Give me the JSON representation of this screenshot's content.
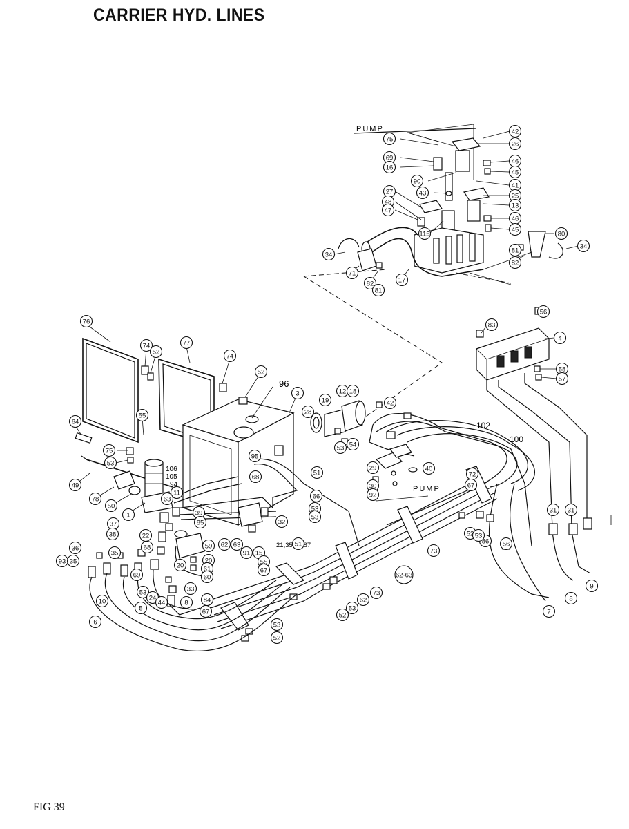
{
  "header": {
    "title": "CARRIER HYD. LINES",
    "top_fragment": "· · · · · · · ·"
  },
  "footer": {
    "figure_label": "FIG 39"
  },
  "labels": {
    "pump_top": "PUMP",
    "pump_mid": "PUMP",
    "n96": "96",
    "n102": "102",
    "n100": "100",
    "n106": "106",
    "n105": "105",
    "n94": "94",
    "n21": "21,35,39,87"
  },
  "callouts": {
    "c42a": "42",
    "c75": "75",
    "c26": "26",
    "c69": "69",
    "c46a": "46",
    "c16": "16",
    "c45a": "45",
    "c90": "90",
    "c43": "43",
    "c41": "41",
    "c27": "27",
    "c25": "25",
    "c48": "48",
    "c13": "13",
    "c47": "47",
    "c46b": "46",
    "c115": "115",
    "c45b": "45",
    "c80": "80",
    "c34a": "34",
    "c81a": "81",
    "c82a": "82",
    "c34b": "34",
    "c71": "71",
    "c82b": "82",
    "c81b": "81",
    "c17": "17",
    "c56a": "56",
    "c83": "83",
    "c4": "4",
    "c76": "76",
    "c74a": "74",
    "c52a": "52",
    "c77": "77",
    "c74b": "74",
    "c52b": "52",
    "c3": "3",
    "c58": "58",
    "c57": "57",
    "c19": "19",
    "c12": "12",
    "c42b": "42",
    "c28": "28",
    "c18": "18",
    "c55a": "55",
    "c53a": "53",
    "c54": "54",
    "c64": "64",
    "c40": "40",
    "c29": "29",
    "c75b": "75",
    "c53b": "53",
    "c95": "95",
    "c68a": "68",
    "c72": "72",
    "c67a": "67",
    "c51a": "51",
    "c49": "49",
    "c50": "50",
    "c30": "30",
    "c92": "92",
    "c66": "66",
    "c78": "78",
    "c1": "1",
    "c11": "11",
    "c63a": "63",
    "c39": "39",
    "c85": "85",
    "c53c": "53",
    "c53d": "53",
    "c32": "32",
    "c31a": "31",
    "c31b": "31",
    "c37": "37",
    "c38": "38",
    "c22": "22",
    "c86": "86",
    "c73a": "73",
    "c52c": "52",
    "c53e": "53",
    "c56b": "56",
    "c36": "36",
    "c68b": "68",
    "c59": "59",
    "c62a": "62",
    "c63b": "63",
    "c51b": "51",
    "c91": "91",
    "c15": "15",
    "c93": "93",
    "c35": "35",
    "c35b": "35",
    "c20a": "20",
    "c20b": "20",
    "c61": "61",
    "c60": "60",
    "c55b": "55",
    "c67b": "67",
    "c33": "33",
    "c6263": "62-63",
    "c69b": "69",
    "c73b": "73",
    "c62b": "62",
    "c52d": "52",
    "c53f": "53",
    "c10": "10",
    "c5": "5",
    "c53g": "53",
    "c24": "24",
    "c44": "44",
    "c8a": "8",
    "c84": "84",
    "c67c": "67",
    "c7": "7",
    "c8b": "8",
    "c9": "9",
    "c6": "6",
    "c53h": "53",
    "c52e": "52"
  }
}
